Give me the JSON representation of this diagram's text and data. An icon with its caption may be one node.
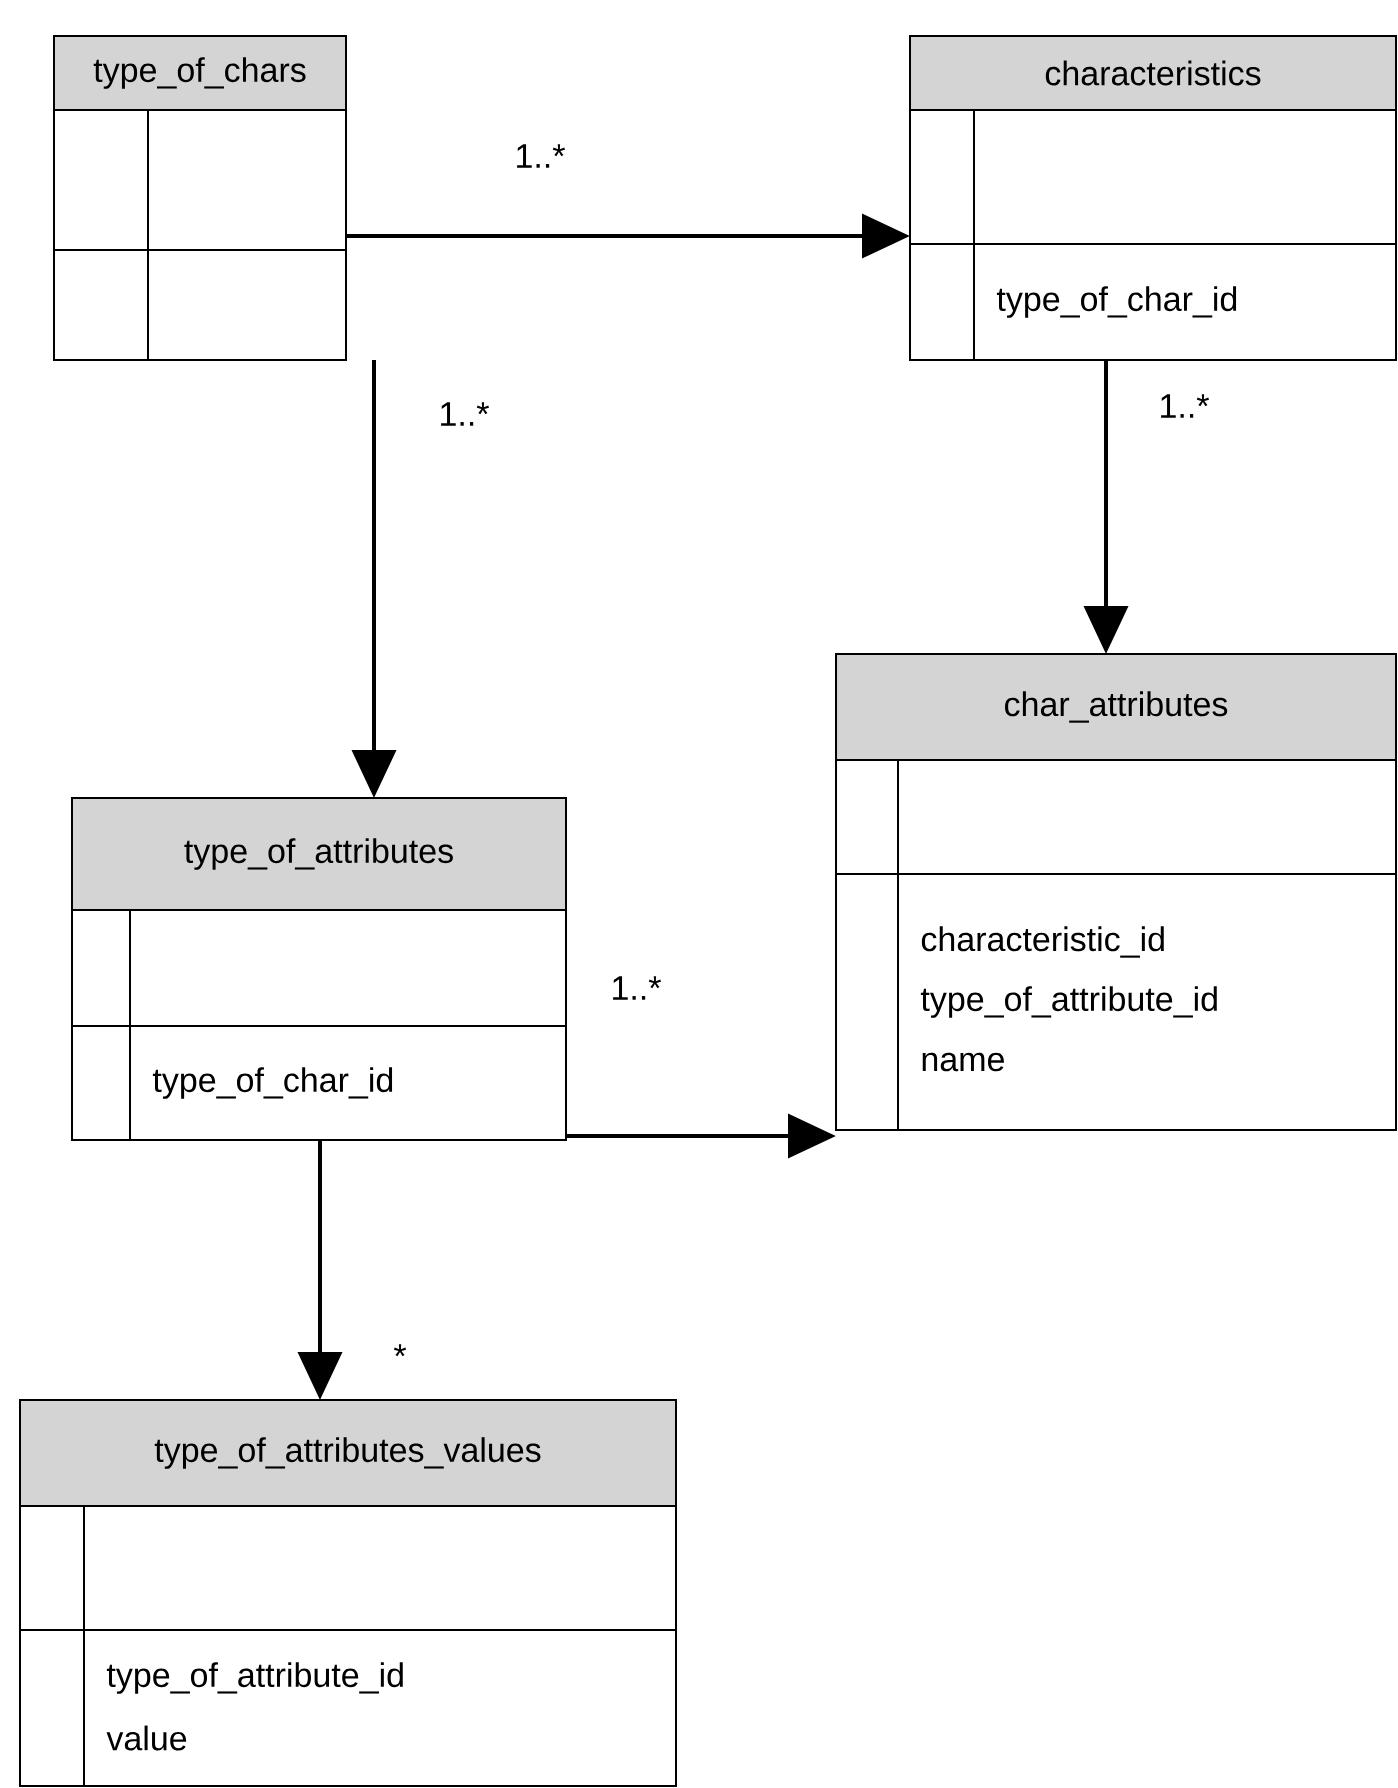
{
  "diagram": {
    "nodes": [
      {
        "text": [
          "type_of_chars"
        ]
      },
      {
        "text": [
          "characteristics",
          "type_of_char_id"
        ]
      },
      {
        "text": [
          "char_attributes",
          "characteristic_id",
          "type_of_attribute_id",
          "name"
        ]
      },
      {
        "text": [
          "type_of_attributes",
          "type_of_char_id"
        ]
      },
      {
        "text": [
          "type_of_attributes_values",
          "type_of_attribute_id",
          "value"
        ]
      }
    ],
    "edges": [
      {
        "from": 0,
        "to": 1,
        "arrow": "to",
        "label": "1..*"
      },
      {
        "from": 0,
        "to": 3,
        "arrow": "to",
        "label": "1..*"
      },
      {
        "from": 1,
        "to": 2,
        "arrow": "to",
        "label": "1..*"
      },
      {
        "from": 3,
        "to": 2,
        "arrow": "to",
        "label": "1..*"
      },
      {
        "from": 3,
        "to": 4,
        "arrow": "to",
        "label": "*"
      }
    ]
  }
}
